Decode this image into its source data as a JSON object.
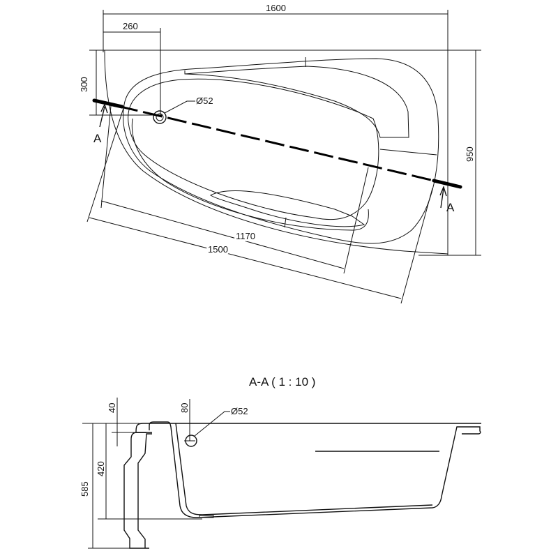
{
  "top_view": {
    "dim_width": "1600",
    "dim_drain_offset_x": "260",
    "dim_drain_offset_y": "300",
    "dim_depth": "950",
    "dim_inner_length": "1170",
    "dim_outer_length": "1500",
    "drain_diameter": "Ø52",
    "section_marker_left": "A",
    "section_marker_right": "A"
  },
  "section_view": {
    "title": "A-A  ( 1 : 10 )",
    "dim_rim": "40",
    "dim_drain_height": "80",
    "drain_diameter": "Ø52",
    "dim_inner_depth": "420",
    "dim_total_height": "585"
  }
}
